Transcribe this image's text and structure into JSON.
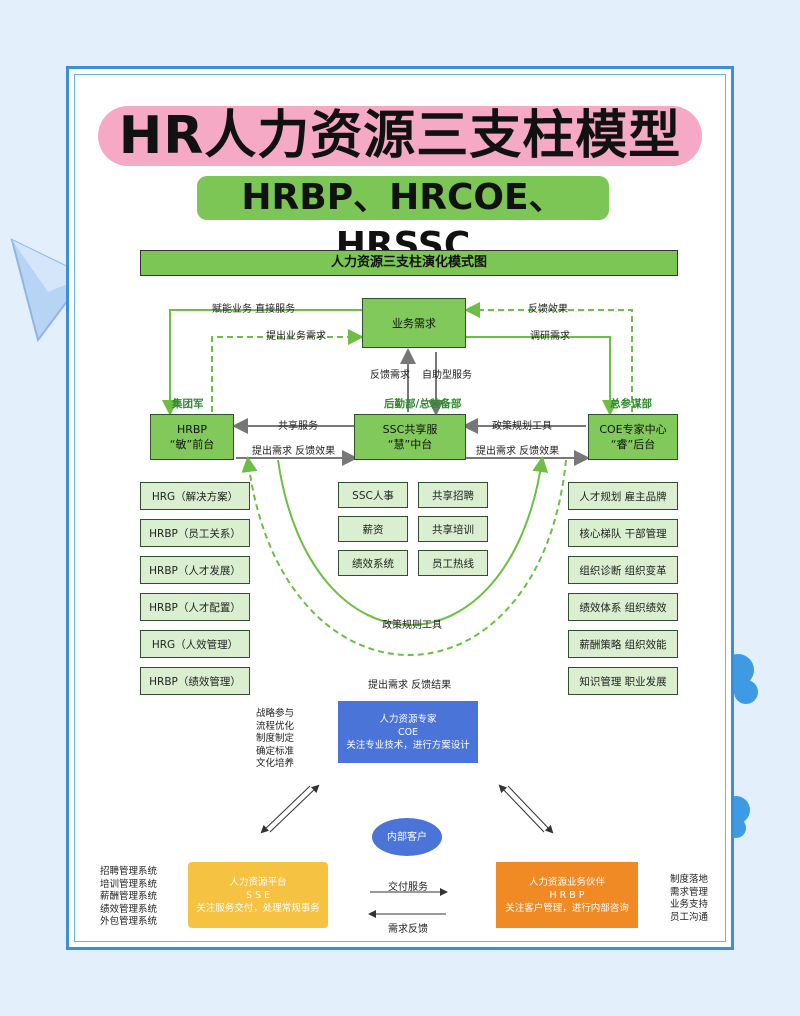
{
  "title": "HR人力资源三支柱模型",
  "subtitle": "HRBP、HRCOE、HRSSC",
  "diagram": {
    "header": "人力资源三支柱演化模式图",
    "top_box": "业务需求",
    "left_box": {
      "line1": "HRBP",
      "line2": "“敏”前台"
    },
    "center_box": {
      "line1": "SSC共享服",
      "line2": "“慧”中台"
    },
    "right_box": {
      "line1": "COE专家中心",
      "line2": "“睿”后台"
    },
    "labels": {
      "empower": "赋能业务 直接服务",
      "raise_needs": "提出业务需求",
      "feedback_effect_top": "反馈效果",
      "research_needs": "调研需求",
      "feedback_needs": "反馈需求",
      "self_service": "自助型服务",
      "group_army": "集团军",
      "logistics": "后勤部/总装备部",
      "general_staff": "总参谋部",
      "shared_service": "共享服务",
      "left_bottom": "提出需求 反馈效果",
      "policy_tool_top": "政策规划工具",
      "right_bottom": "提出需求 反馈效果",
      "policy_tool_mid": "政策规则工具",
      "raise_feedback_result": "提出需求 反馈结果"
    },
    "left_list": [
      "HRG（解决方案）",
      "HRBP（员工关系）",
      "HRBP（人才发展）",
      "HRBP（人才配置）",
      "HRG（人效管理）",
      "HRBP（绩效管理）"
    ],
    "center_grid": [
      "SSC人事",
      "共享招聘",
      "薪资",
      "共享培训",
      "绩效系统",
      "员工热线"
    ],
    "right_list": [
      "人才规划 雇主品牌",
      "核心梯队 干部管理",
      "组织诊断 组织变革",
      "绩效体系 组织绩效",
      "薪酬策略 组织效能",
      "知识管理 职业发展"
    ]
  },
  "bottom": {
    "coe_side": [
      "战略参与",
      "流程优化",
      "制度制定",
      "确定标准",
      "文化培养"
    ],
    "coe_box": {
      "line1": "人力资源专家",
      "line2": "COE",
      "line3": "关注专业技术，进行方案设计"
    },
    "center_circle": "内部客户",
    "sse_side": [
      "招聘管理系统",
      "培训管理系统",
      "薪酬管理系统",
      "绩效管理系统",
      "外包管理系统"
    ],
    "sse_box": {
      "line1": "人力资源平台",
      "line2": "S S E",
      "line3": "关注服务交付，处理常规事务"
    },
    "deliver": "交付服务",
    "needs_feedback": "需求反馈",
    "hrbp_box": {
      "line1": "人力资源业务伙伴",
      "line2": "H R B P",
      "line3": "关注客户管理，进行内部咨询"
    },
    "hrbp_side": [
      "制度落地",
      "需求管理",
      "业务支持",
      "员工沟通"
    ]
  },
  "colors": {
    "green": "#82c95c",
    "light_green": "#d9efd0",
    "pink": "#f6a9c4",
    "blue_frame": "#3a8fd6",
    "coe_blue": "#4a74d8",
    "sse_yellow": "#f5c241",
    "hrbp_orange": "#ef8a25"
  }
}
